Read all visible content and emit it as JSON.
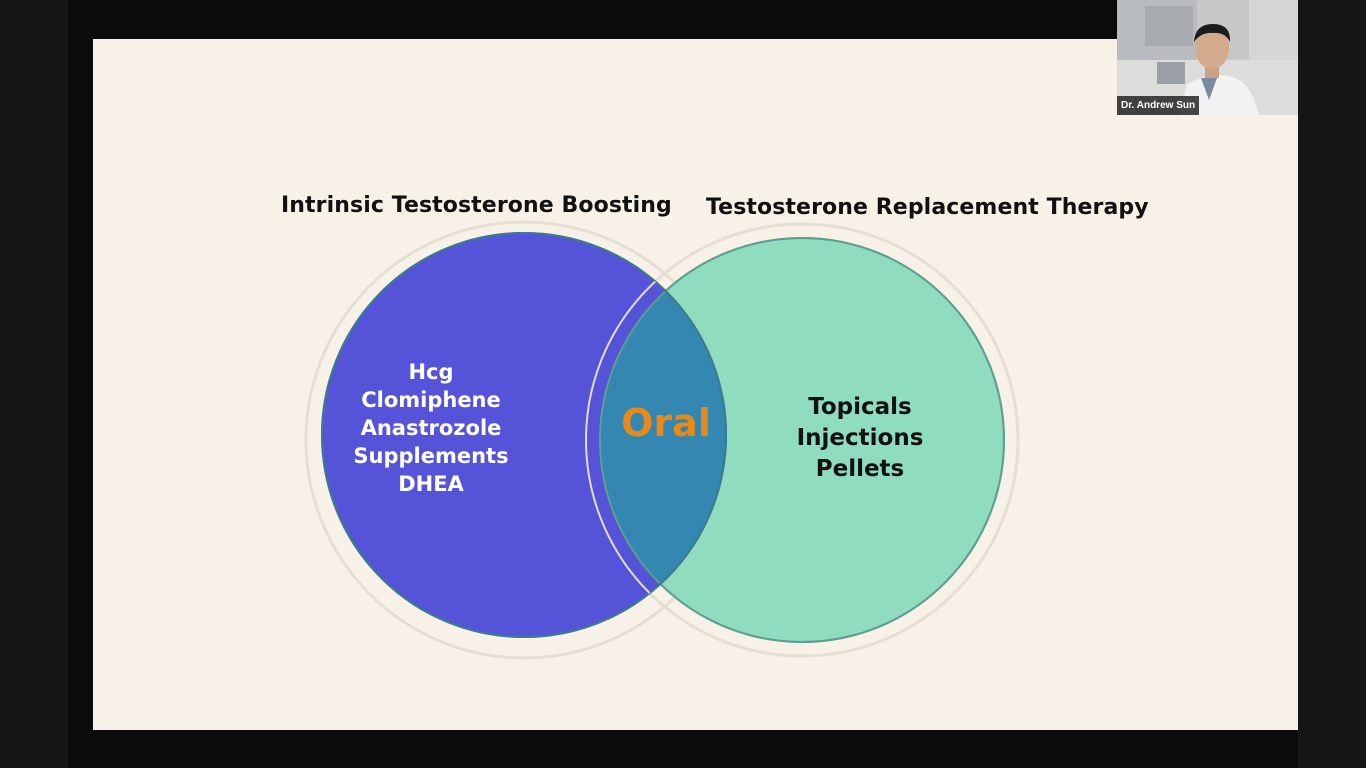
{
  "slide": {
    "left_circle": {
      "title": "Intrinsic Testosterone Boosting",
      "items": [
        "Hcg",
        "Clomiphene",
        "Anastrozole",
        "Supplements",
        "DHEA"
      ],
      "color": "#4545d2"
    },
    "right_circle": {
      "title": "Testosterone Replacement Therapy",
      "items": [
        "Topicals",
        "Injections",
        "Pellets"
      ],
      "color": "#8fdcbf"
    },
    "overlap": {
      "label": "Oral",
      "color": "#e88a1a"
    },
    "background_color": "#f7f1e7"
  },
  "video": {
    "participant_name": "Dr. Andrew Sun"
  }
}
